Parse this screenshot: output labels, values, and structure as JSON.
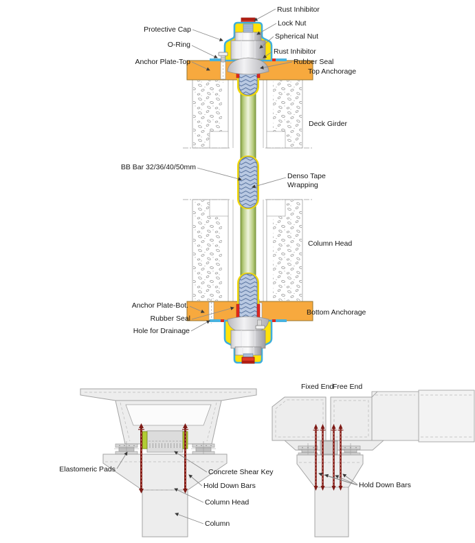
{
  "top_detail": {
    "left_labels": {
      "protective_cap": "Protective Cap",
      "o_ring": "O-Ring",
      "anchor_plate_top": "Anchor Plate-Top",
      "bb_bar": "BB Bar 32/36/40/50mm",
      "anchor_plate_bot": "Anchor Plate-Bot.",
      "rubber_seal": "Rubber Seal",
      "hole_for_drainage": "Hole for Drainage"
    },
    "right_labels": {
      "rust_inhibitor_top": "Rust Inhibitor",
      "lock_nut": "Lock Nut",
      "spherical_nut": "Spherical Nut",
      "rust_inhibitor_lower": "Rust Inhibitor",
      "rubber_seal": "Rubber Seal",
      "top_anchorage": "Top Anchorage",
      "deck_girder": "Deck Girder",
      "denso_tape_line1": "Denso Tape",
      "denso_tape_line2": "Wrapping",
      "column_head": "Column Head",
      "bottom_anchorage": "Bottom Anchorage"
    }
  },
  "bearing_section": {
    "labels": {
      "elastomeric_pads": "Elastomeric Pads",
      "concrete_shear_key": "Concrete Shear Key",
      "hold_down_bars": "Hold Down Bars",
      "column_head": "Column Head",
      "column": "Column"
    }
  },
  "elevation_section": {
    "labels": {
      "fixed_end": "Fixed End",
      "free_end": "Free End",
      "hold_down_bars": "Hold Down Bars"
    }
  },
  "colors": {
    "cap_yellow": "#FFE20A",
    "cap_outline_blue": "#3FAEDC",
    "anchor_plate_orange": "#F7A93E",
    "rust_inhibitor_red": "#E0281E",
    "duct_green": "#9DBE5A",
    "thread_blue": "#B9C9E2",
    "hold_down_bar_red": "#7E1A15",
    "elastomeric_pad_green": "#B2CC34",
    "concrete_fill": "#EDEDED",
    "leader_gray": "#8A8A8A"
  }
}
